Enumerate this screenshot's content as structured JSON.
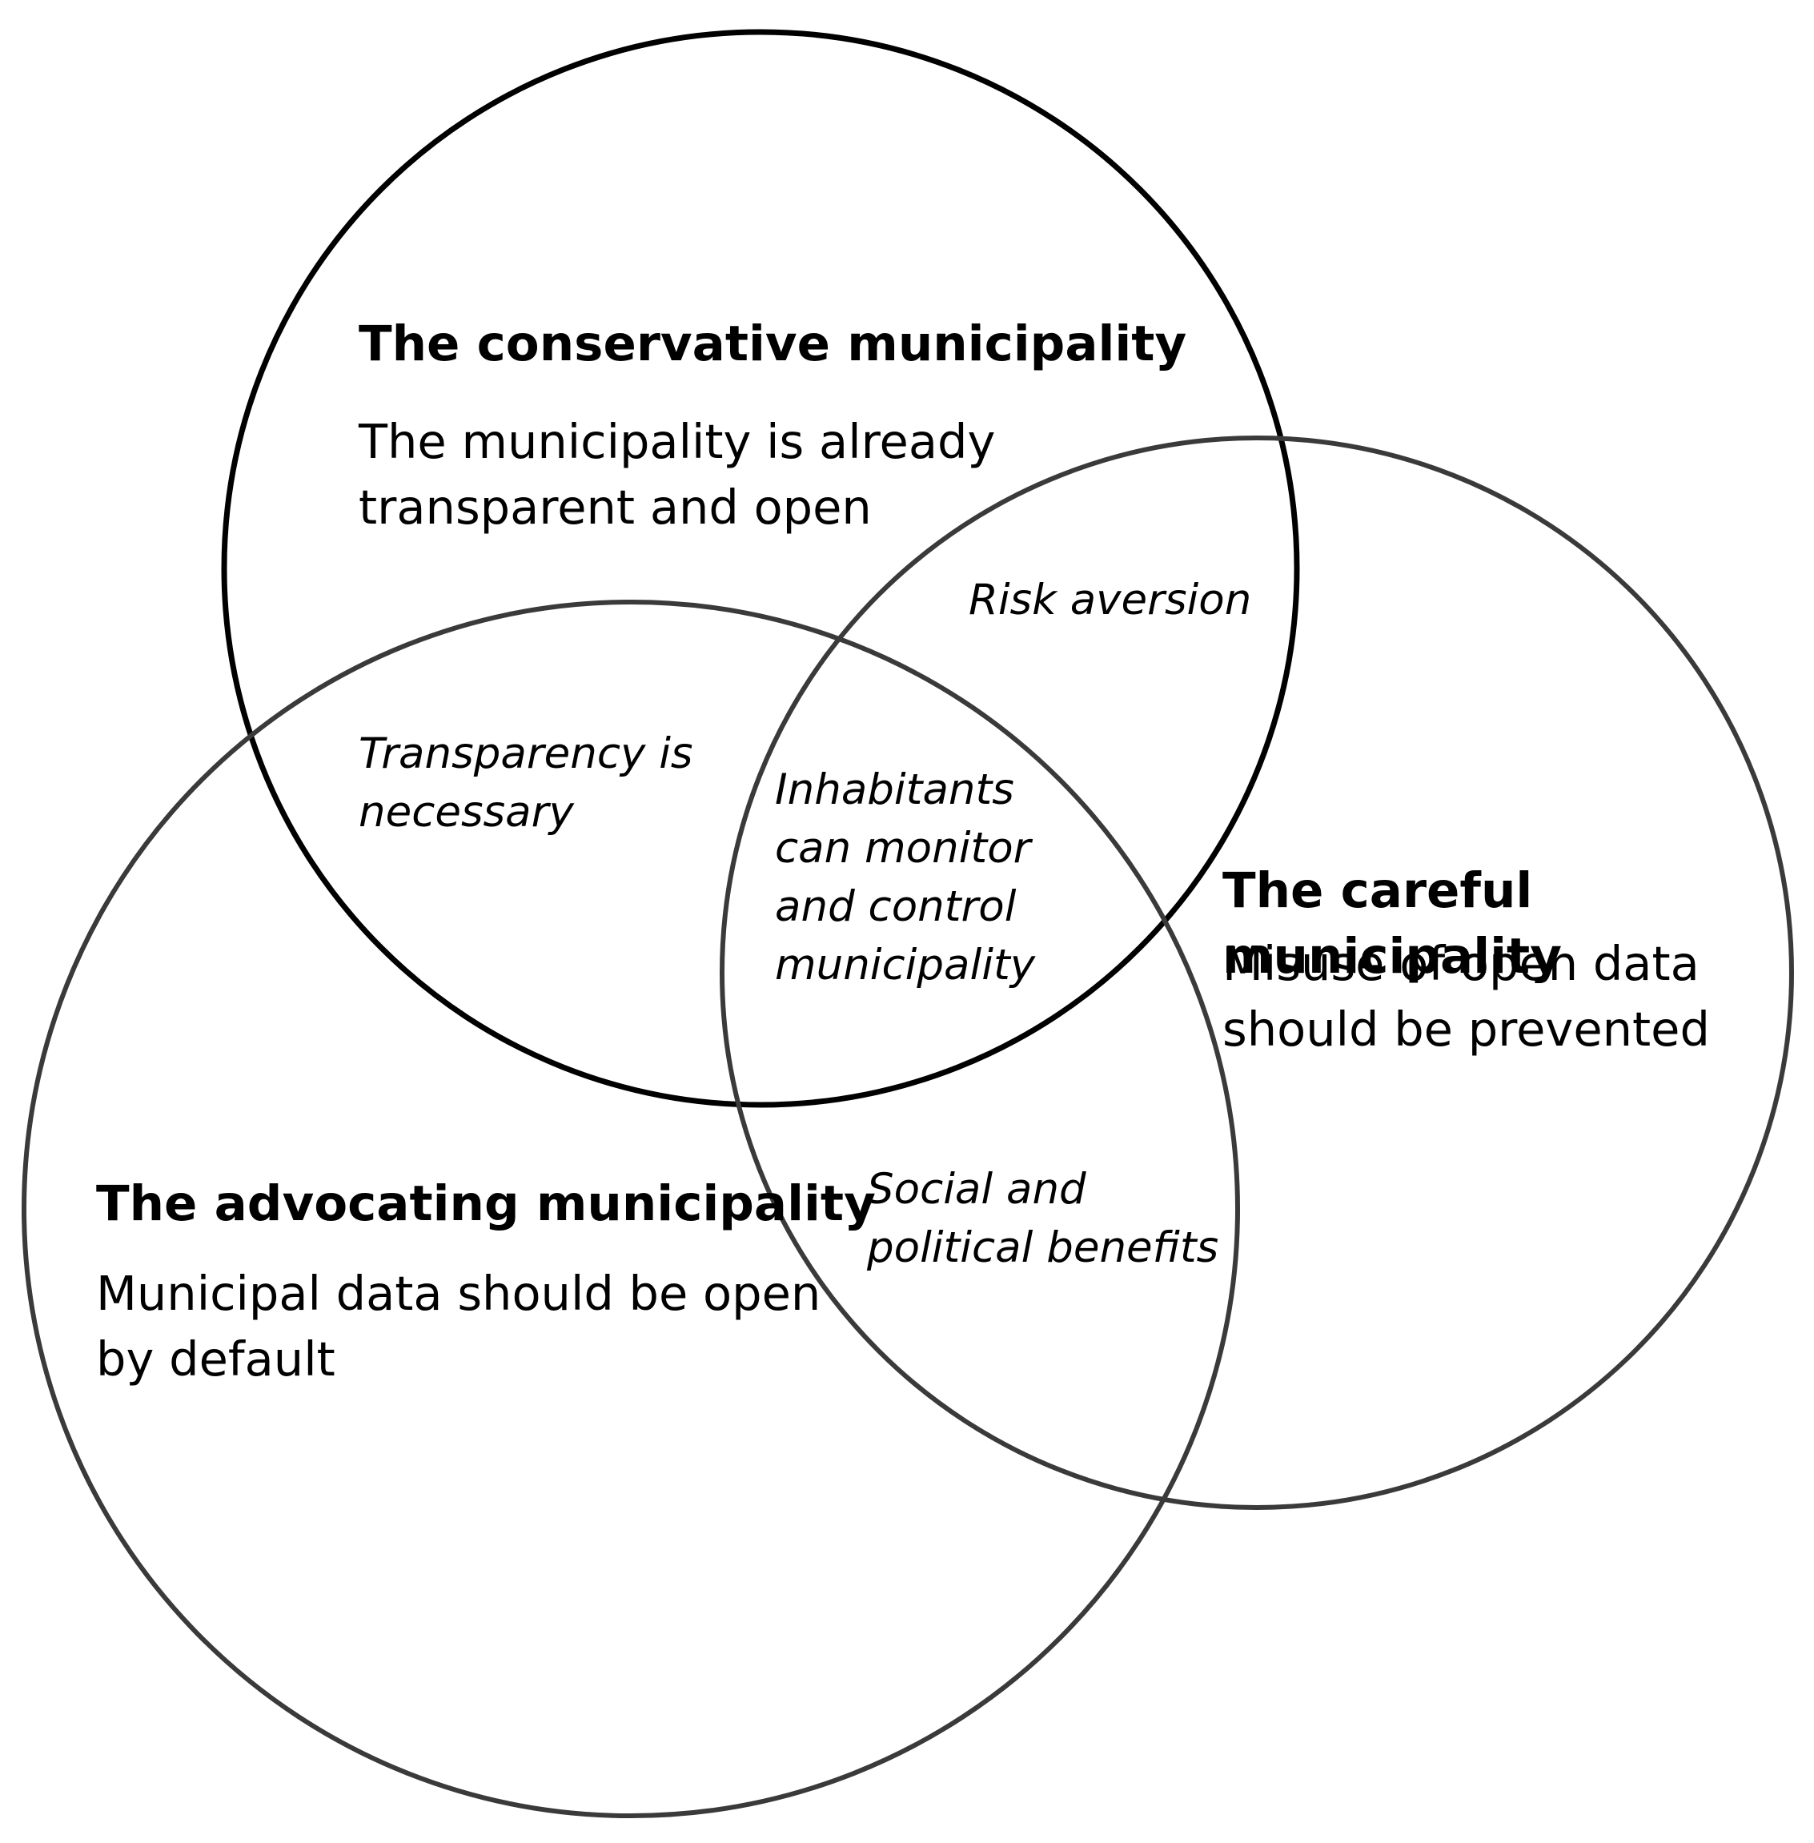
{
  "circles": [
    {
      "id": "conservative",
      "heading": "The conservative municipality",
      "description": "The municipality is already\ntransparent and open",
      "stroke": "#000000"
    },
    {
      "id": "careful",
      "heading": "The careful municipality",
      "description": "Misuse of open data\nshould be prevented",
      "stroke": "#3a3a3a"
    },
    {
      "id": "advocating",
      "heading": "The advocating municipality",
      "description": "Municipal data should be open\nby default",
      "stroke": "#3a3a3a"
    }
  ],
  "overlaps": {
    "conservative_careful": "Risk aversion",
    "conservative_advocating": "Transparency is\nnecessary",
    "all_three": "Inhabitants\ncan monitor\nand control\nmunicipality",
    "careful_advocating": "Social and\npolitical benefits"
  }
}
